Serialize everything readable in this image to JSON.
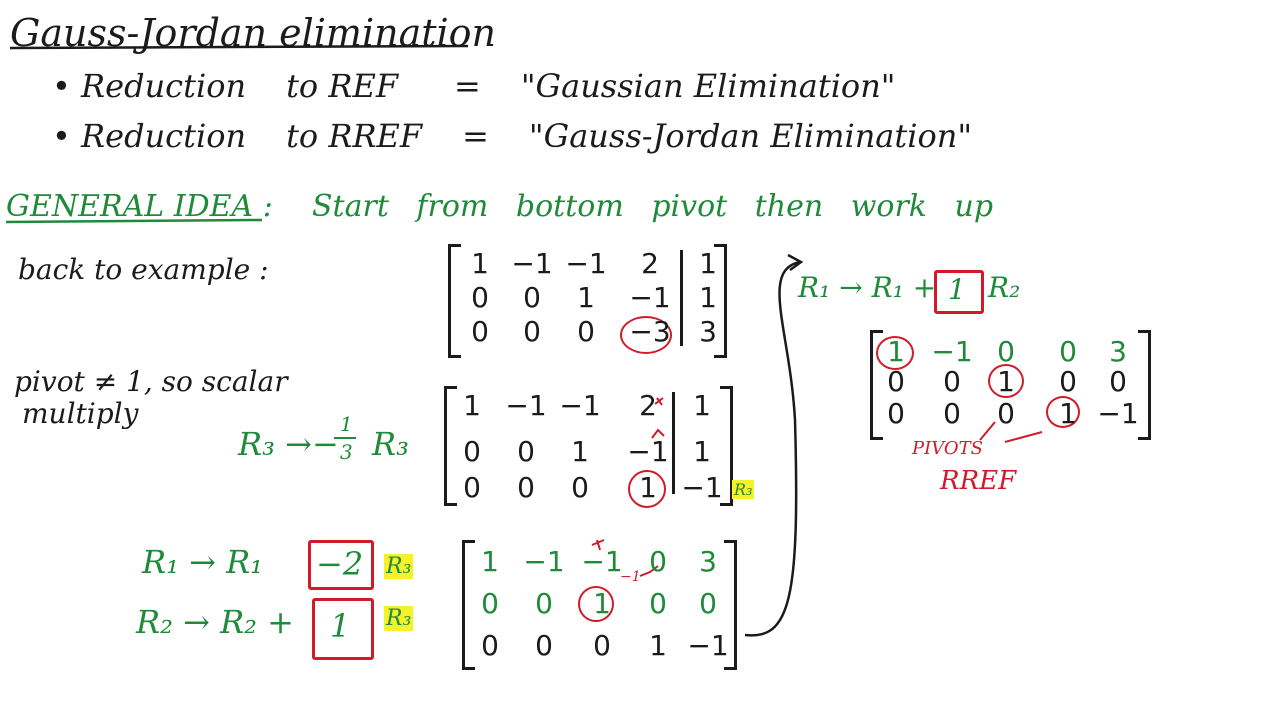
{
  "title": "Gauss-Jordan elimination",
  "bullets": [
    {
      "text": "Reduction",
      "target": "to REF",
      "eq": "=",
      "name": "\"Gaussian Elimination\""
    },
    {
      "text": "Reduction",
      "target": "to RREF",
      "eq": "=",
      "name": "\"Gauss-Jordan Elimination\""
    }
  ],
  "general_idea": {
    "label": "GENERAL IDEA :",
    "text": "Start from bottom pivot then work up"
  },
  "notes": {
    "back": "back to example :",
    "pivot_line1": "pivot ≠ 1, so scalar",
    "pivot_line2": "multiply"
  },
  "ops": {
    "r3_lhs": "R₃ →",
    "r3_frac_num": "1",
    "r3_frac_den": "3",
    "r3_sign": "−",
    "r3_rhs": "R₃",
    "r1_lhs": "R₁ → R₁",
    "r1_factor": "−2",
    "r1_r3": "R₃",
    "r2_lhs": "R₂ → R₂ +",
    "r2_factor": "1",
    "r2_r3": "R₃",
    "top_lhs": "R₁ → R₁ +",
    "top_factor": "1",
    "top_r2": "R₂",
    "m2_side": "R₃",
    "m3_note": "−1"
  },
  "m1": [
    [
      "1",
      "−1",
      "−1",
      "2",
      "1"
    ],
    [
      "0",
      "0",
      "1",
      "−1",
      "1"
    ],
    [
      "0",
      "0",
      "0",
      "−3",
      "3"
    ]
  ],
  "m2": [
    [
      "1",
      "−1",
      "−1",
      "2",
      "1"
    ],
    [
      "0",
      "0",
      "1",
      "−1",
      "1"
    ],
    [
      "0",
      "0",
      "0",
      "1",
      "−1"
    ]
  ],
  "m3": [
    [
      "1",
      "−1",
      "−1",
      "0",
      "3"
    ],
    [
      "0",
      "0",
      "1",
      "0",
      "0"
    ],
    [
      "0",
      "0",
      "0",
      "1",
      "−1"
    ]
  ],
  "m4": [
    [
      "1",
      "−1",
      "0",
      "0",
      "3"
    ],
    [
      "0",
      "0",
      "1",
      "0",
      "0"
    ],
    [
      "0",
      "0",
      "0",
      "1",
      "−1"
    ]
  ],
  "labels": {
    "pivots": "PIVOTS",
    "rref": "RREF"
  },
  "colors": {
    "ink": "#1b1b1b",
    "green": "#1f8a3a",
    "red": "#d11a2a",
    "highlight": "#f7f12a"
  }
}
